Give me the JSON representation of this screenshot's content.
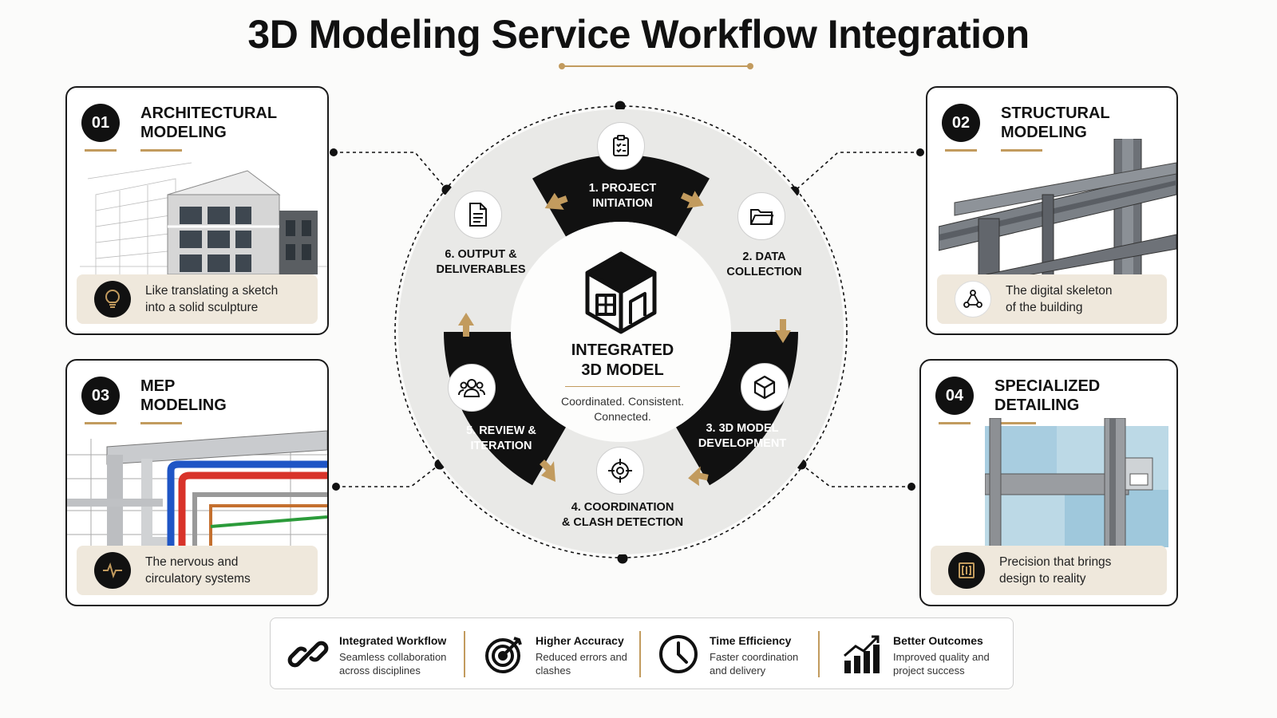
{
  "title": "3D Modeling Service Workflow Integration",
  "colors": {
    "accent": "#c29b5e",
    "dark": "#111111",
    "ring_light": "#e9e9e7",
    "caption_bg": "#efe8dc"
  },
  "cards": [
    {
      "num": "01",
      "title": "ARCHITECTURAL\nMODELING",
      "caption": "Like translating a sketch\ninto a solid sculpture",
      "icon": "lightbulb-icon"
    },
    {
      "num": "02",
      "title": "STRUCTURAL\nMODELING",
      "caption": "The digital skeleton\nof the building",
      "icon": "nodes-icon"
    },
    {
      "num": "03",
      "title": "MEP\nMODELING",
      "caption": "The nervous and\ncirculatory systems",
      "icon": "pulse-icon"
    },
    {
      "num": "04",
      "title": "SPECIALIZED\nDETAILING",
      "caption": "Precision that brings\ndesign to reality",
      "icon": "frame-icon"
    }
  ],
  "stages": [
    {
      "label": "1. PROJECT\nINITIATION",
      "icon": "clipboard-icon"
    },
    {
      "label": "2. DATA\nCOLLECTION",
      "icon": "folder-icon"
    },
    {
      "label": "3. 3D MODEL\nDEVELOPMENT",
      "icon": "cube-icon"
    },
    {
      "label": "4. COORDINATION\n& CLASH DETECTION",
      "icon": "target-icon"
    },
    {
      "label": "5. REVIEW &\nITERATION",
      "icon": "users-icon"
    },
    {
      "label": "6. OUTPUT &\nDELIVERABLES",
      "icon": "document-icon"
    }
  ],
  "center": {
    "title": "INTEGRATED\n3D MODEL",
    "subtitle": "Coordinated. Consistent.\nConnected.",
    "icon": "building-cube-icon"
  },
  "benefits": [
    {
      "title": "Integrated Workflow",
      "text": "Seamless collaboration\nacross disciplines",
      "icon": "link-icon"
    },
    {
      "title": "Higher Accuracy",
      "text": "Reduced errors and\nclashes",
      "icon": "bullseye-icon"
    },
    {
      "title": "Time Efficiency",
      "text": "Faster coordination\nand delivery",
      "icon": "clock-icon"
    },
    {
      "title": "Better Outcomes",
      "text": "Improved quality and\nproject success",
      "icon": "growth-chart-icon"
    }
  ]
}
